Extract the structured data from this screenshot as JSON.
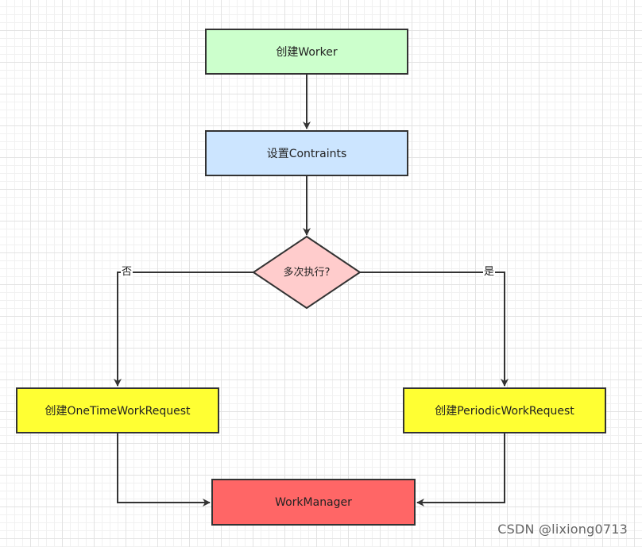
{
  "nodes": {
    "create_worker": {
      "label": "创建Worker",
      "color": "#ccffcc"
    },
    "set_constraints": {
      "label": "设置Contraints",
      "color": "#cce5ff"
    },
    "decision": {
      "label": "多次执行?",
      "color": "#ffcccc"
    },
    "one_time": {
      "label": "创建OneTimeWorkRequest",
      "color": "#ffff33"
    },
    "periodic": {
      "label": "创建PeriodicWorkRequest",
      "color": "#ffff33"
    },
    "work_manager": {
      "label": "WorkManager",
      "color": "#ff6666"
    }
  },
  "edges": {
    "no_label": "否",
    "yes_label": "是"
  },
  "watermark": "CSDN @lixiong0713"
}
